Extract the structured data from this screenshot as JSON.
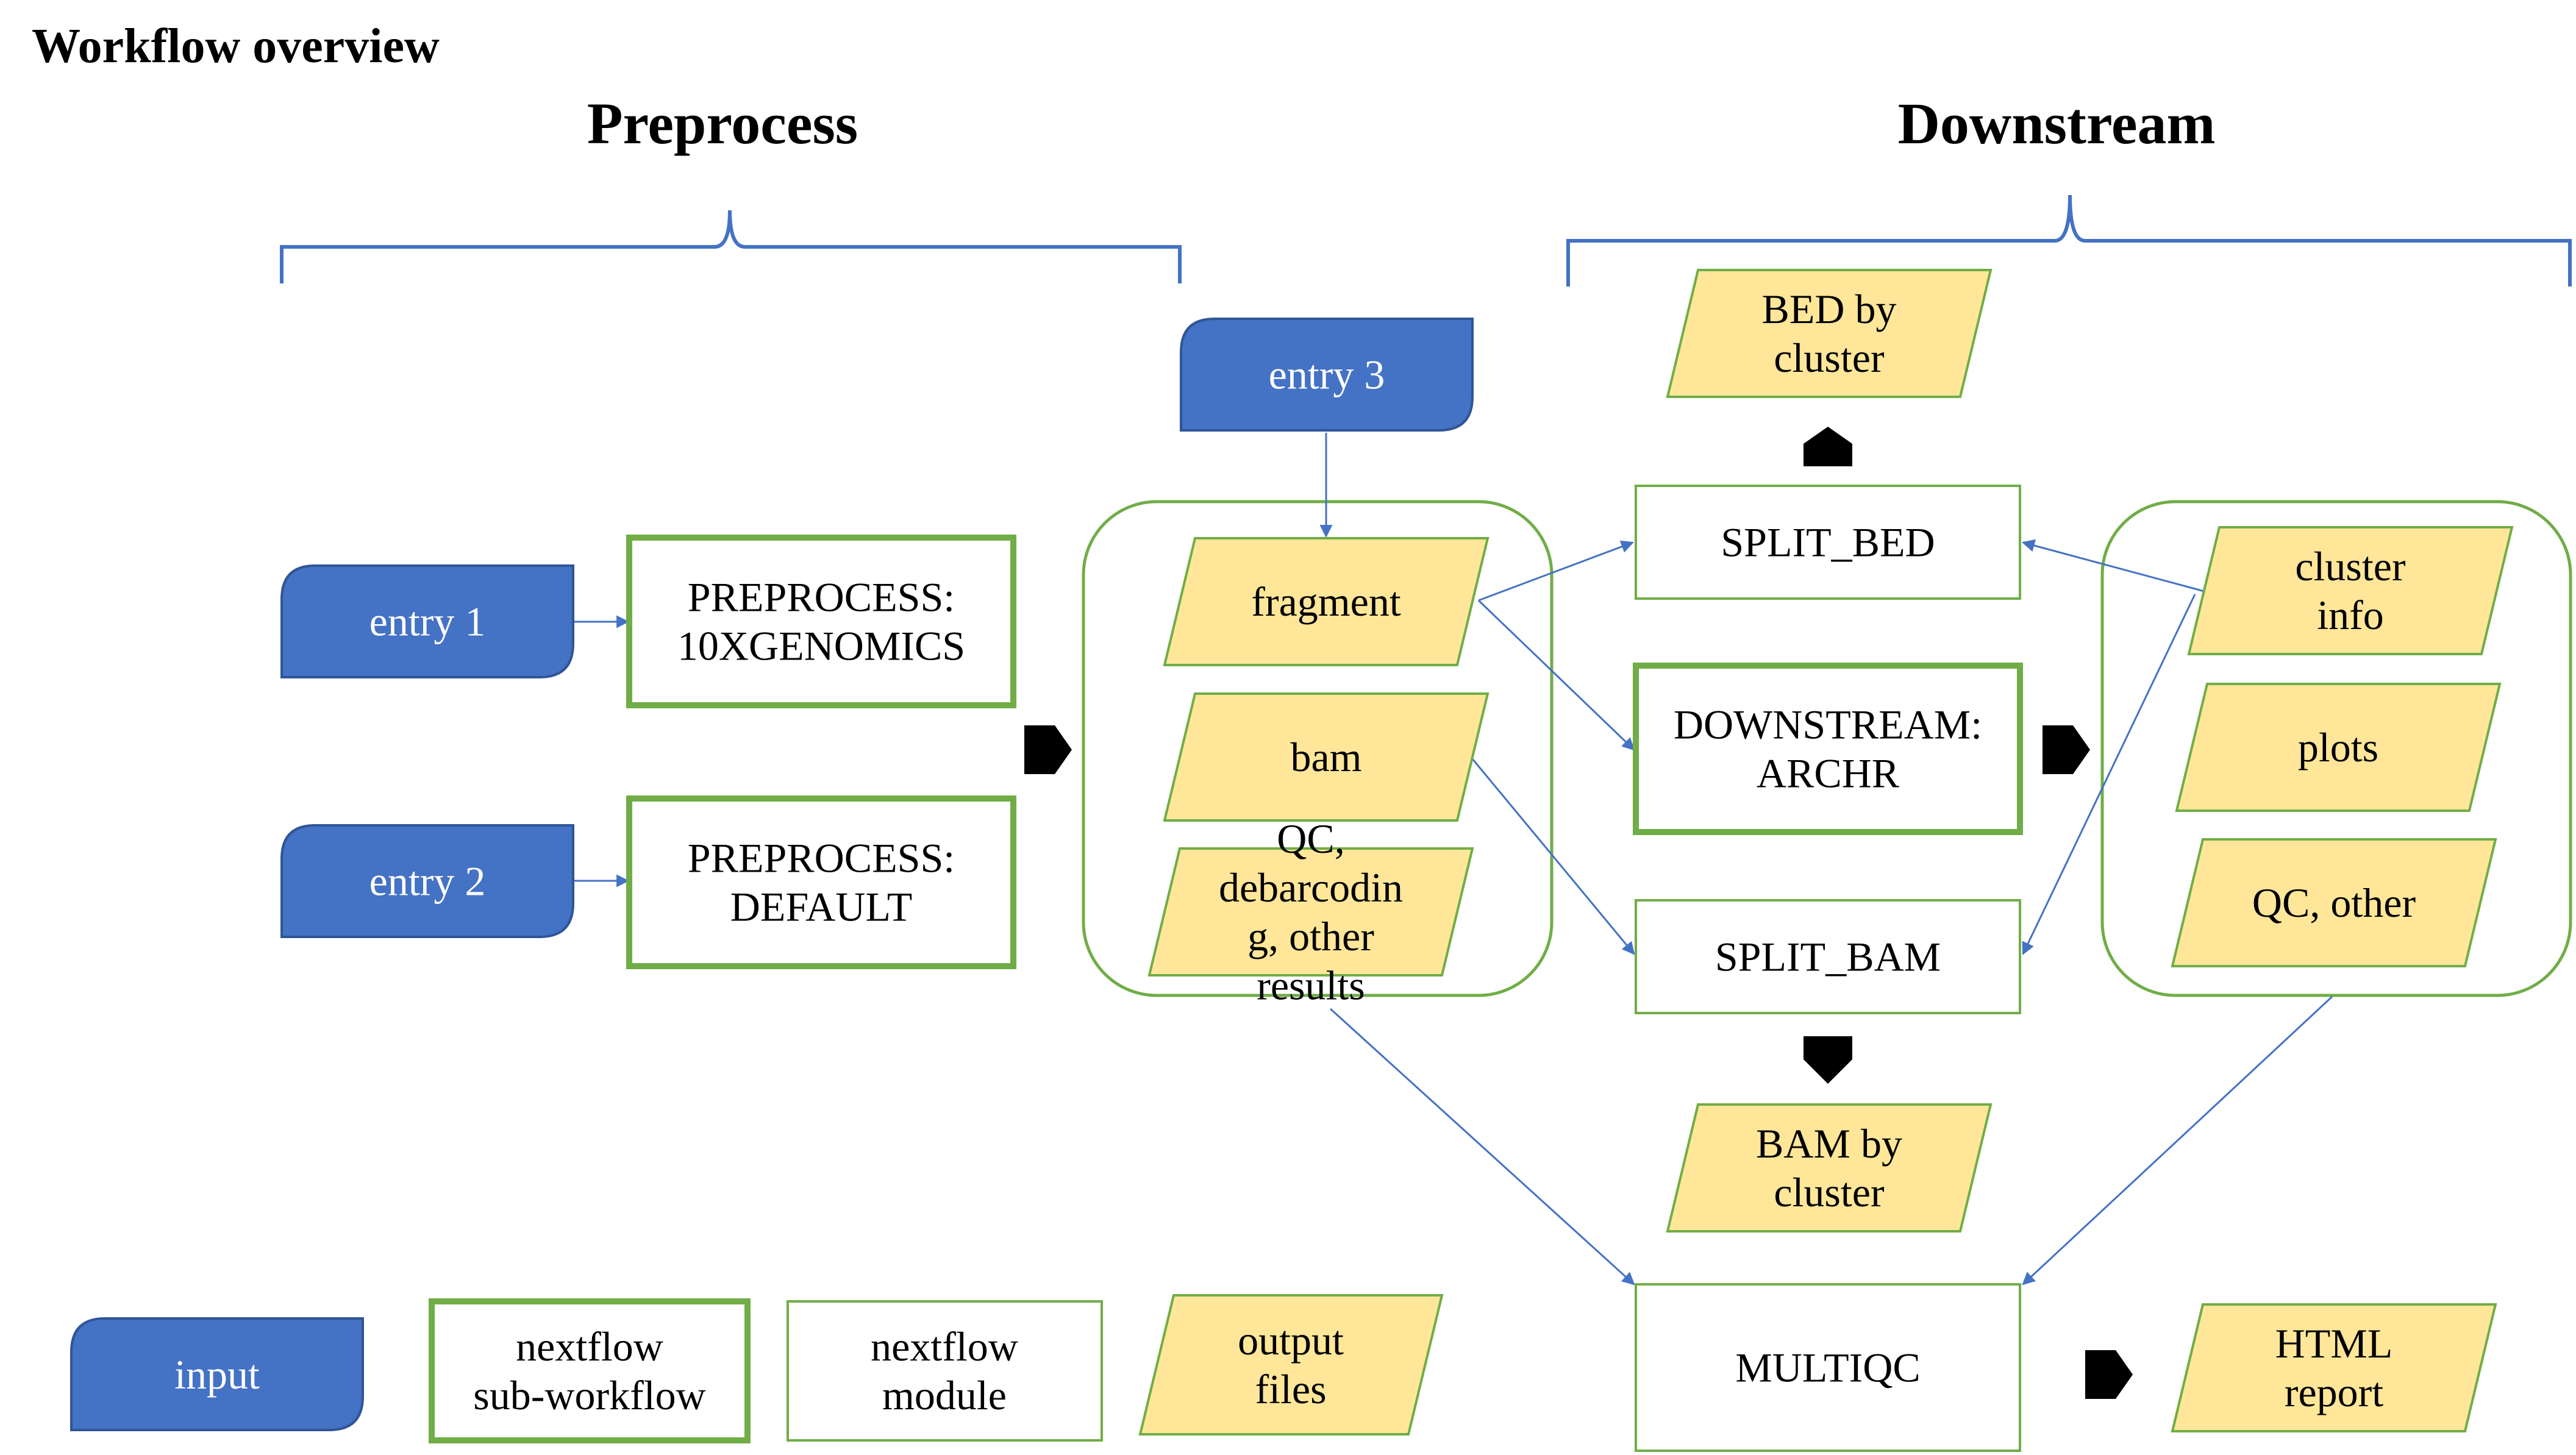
{
  "header": {
    "title": "Workflow overview",
    "section_preprocess": "Preprocess",
    "section_downstream": "Downstream"
  },
  "colors": {
    "input_fill": "#4472C4",
    "input_stroke": "#2F5597",
    "output_fill": "#FFE699",
    "output_stroke": "#70AD47",
    "green": "#70AD47",
    "blue_line": "#4472C4",
    "text": "#000000",
    "arrow": "#000000"
  },
  "nodes": {
    "entry1": {
      "label": "entry 1",
      "kind": "input"
    },
    "entry2": {
      "label": "entry 2",
      "kind": "input"
    },
    "entry3": {
      "label": "entry 3",
      "kind": "input"
    },
    "pre10x": {
      "lines": [
        "PREPROCESS:",
        "10XGENOMICS"
      ],
      "kind": "sub-workflow"
    },
    "predef": {
      "lines": [
        "PREPROCESS:",
        "DEFAULT"
      ],
      "kind": "sub-workflow"
    },
    "fragment": {
      "lines": [
        "fragment"
      ],
      "kind": "output"
    },
    "bam": {
      "lines": [
        "bam"
      ],
      "kind": "output"
    },
    "qc_pre": {
      "lines": [
        "QC,",
        "debarcodin",
        "g, other",
        "results"
      ],
      "kind": "output"
    },
    "bed_cluster": {
      "lines": [
        "BED by",
        "cluster"
      ],
      "kind": "output"
    },
    "split_bed": {
      "lines": [
        "SPLIT_BED"
      ],
      "kind": "module"
    },
    "archr": {
      "lines": [
        "DOWNSTREAM:",
        "ARCHR"
      ],
      "kind": "sub-workflow"
    },
    "split_bam": {
      "lines": [
        "SPLIT_BAM"
      ],
      "kind": "module"
    },
    "bam_cluster": {
      "lines": [
        "BAM by",
        "cluster"
      ],
      "kind": "output"
    },
    "cluster_info": {
      "lines": [
        "cluster",
        "info"
      ],
      "kind": "output"
    },
    "plots": {
      "lines": [
        "plots"
      ],
      "kind": "output"
    },
    "qc_other": {
      "lines": [
        "QC, other"
      ],
      "kind": "output"
    },
    "multiqc": {
      "lines": [
        "MULTIQC"
      ],
      "kind": "module"
    },
    "html_report": {
      "lines": [
        "HTML",
        "report"
      ],
      "kind": "output"
    }
  },
  "legend": {
    "input": "input",
    "subworkflow": [
      "nextflow",
      "sub-workflow"
    ],
    "module": [
      "nextflow",
      "module"
    ],
    "output": [
      "output",
      "files"
    ]
  }
}
